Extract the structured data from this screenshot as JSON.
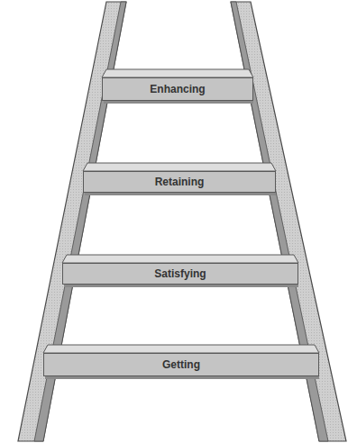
{
  "diagram": {
    "nodes": [
      {
        "text": [
          "Enhancing"
        ]
      },
      {
        "text": [
          "Retaining"
        ]
      },
      {
        "text": [
          "Satisfying"
        ]
      },
      {
        "text": [
          "Getting"
        ]
      }
    ]
  }
}
